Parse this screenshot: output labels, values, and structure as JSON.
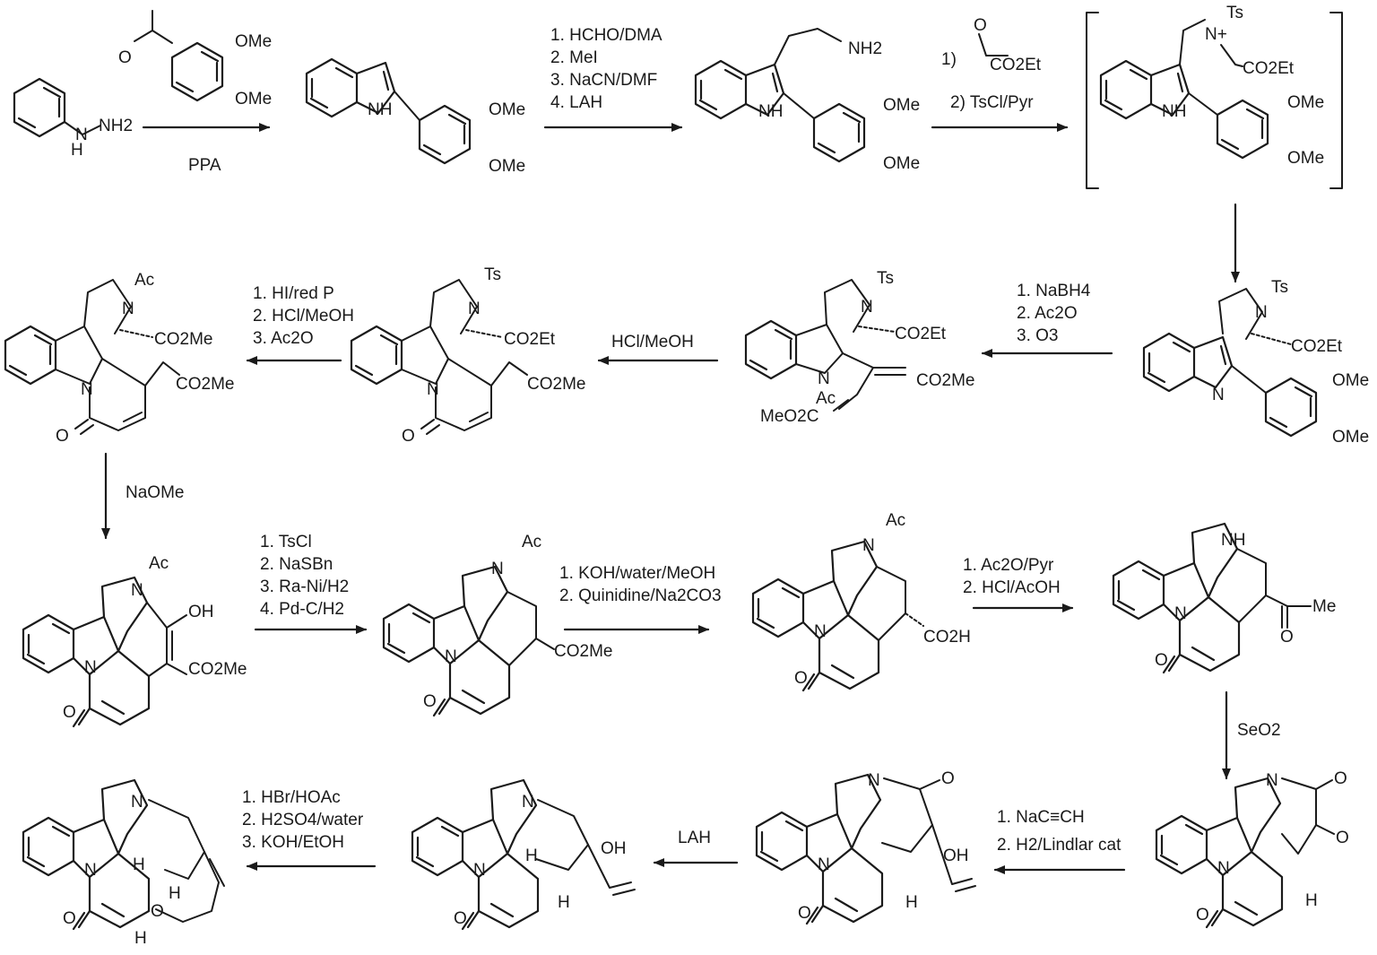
{
  "scheme": {
    "labels": {
      "ome": "OMe",
      "co2et": "CO2Et",
      "co2me": "CO2Me",
      "meo2c": "MeO2C",
      "co2h": "CO2H",
      "nh": "NH",
      "h": "H",
      "n": "N",
      "nplus": "N+",
      "o": "O",
      "ts": "Ts",
      "ac": "Ac",
      "oh": "OH",
      "me": "Me",
      "nh2": "NH2",
      "nh2_chain": "NH2"
    },
    "reagents": {
      "step1": [
        "PPA"
      ],
      "step2": [
        "1. HCHO/DMA",
        "2. MeI",
        "3. NaCN/DMF",
        "4. LAH"
      ],
      "step3": [
        "1)",
        "2) TsCl/Pyr"
      ],
      "step3_reagent_frag": "CO2Et",
      "step5": [
        "1. NaBH4",
        "2. Ac2O",
        "3. O3"
      ],
      "step6": [
        "HCl/MeOH"
      ],
      "step7": [
        "1. HI/red P",
        "2. HCl/MeOH",
        "3. Ac2O"
      ],
      "step8": [
        "NaOMe"
      ],
      "step9": [
        "1. TsCl",
        "2. NaSBn",
        "3. Ra-Ni/H2",
        "4. Pd-C/H2"
      ],
      "step10": [
        "1. KOH/water/MeOH",
        "2. Quinidine/Na2CO3"
      ],
      "step11": [
        "1. Ac2O/Pyr",
        "2. HCl/AcOH"
      ],
      "step12": [
        "SeO2"
      ],
      "step13": [
        "1. NaC≡CH",
        "2. H2/Lindlar cat"
      ],
      "step14": [
        "LAH"
      ],
      "step15": [
        "1. HBr/HOAc",
        "2. H2SO4/water",
        "3. KOH/EtOH"
      ]
    }
  }
}
